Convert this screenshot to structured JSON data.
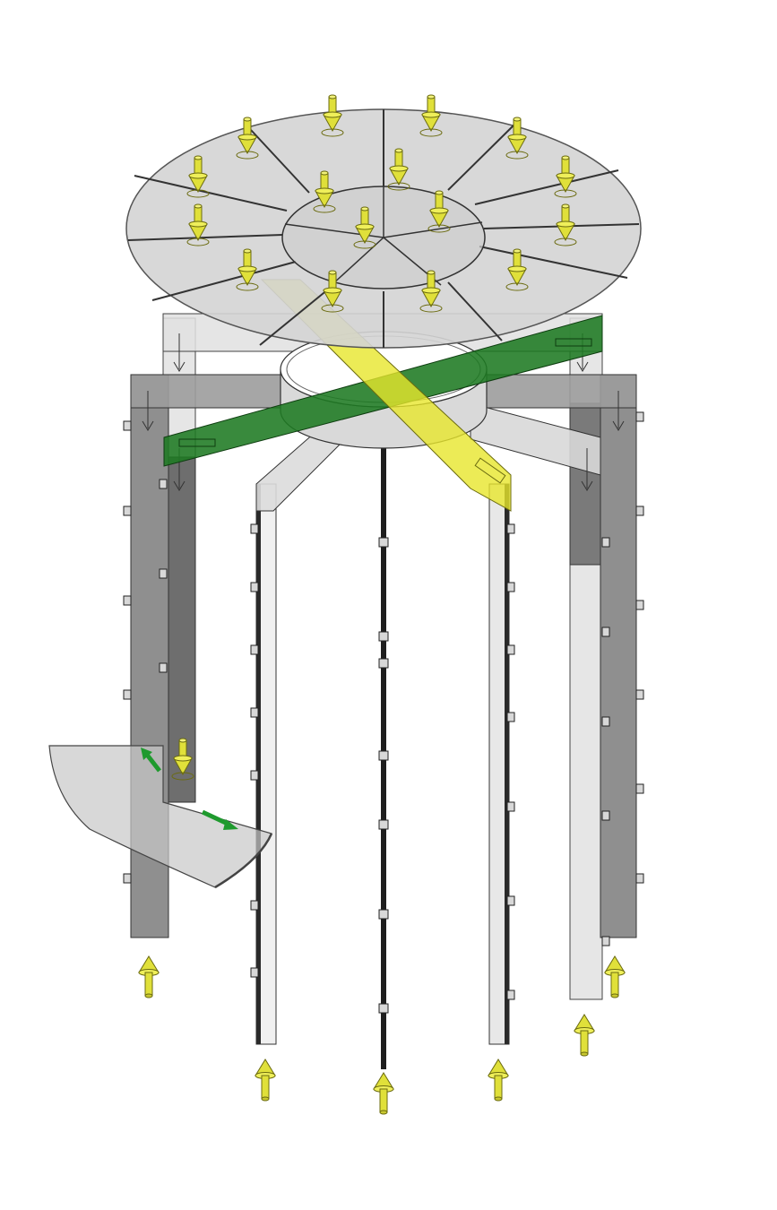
{
  "diagram": {
    "title": "",
    "labels": [],
    "colors": {
      "background": "#ffffff",
      "disc_fill": "#d4d4d4",
      "disc_stroke": "#555555",
      "panel_dark": "#8f8f8f",
      "panel_mid": "#b5b5b5",
      "panel_light": "#e2e2e2",
      "ring_fill": "#d9d9d9",
      "green_beam": "#1e7a22",
      "yellow_beam": "#e7e62c",
      "arrow_fill": "#e0e03a",
      "arrow_stroke": "#6b6b10",
      "green_arrow": "#1f9a2e"
    },
    "components": [
      "top-disc",
      "inner-disc",
      "sector-divisions",
      "center-ring",
      "green-crossbeam",
      "yellow-crossbeam",
      "radial-arms",
      "vertical-columns",
      "spiral-platform"
    ],
    "arrow_groups": {
      "down_arrows": 18,
      "up_arrows": 7,
      "green_arrows": 2
    }
  }
}
